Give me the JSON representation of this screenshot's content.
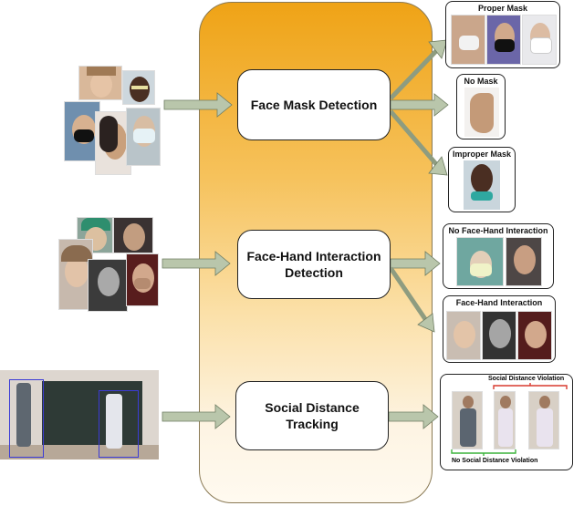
{
  "modules": {
    "face_mask": "Face Mask Detection",
    "face_hand_line1": "Face-Hand Interaction",
    "face_hand_line2": "Detection",
    "social_line1": "Social Distance",
    "social_line2": "Tracking"
  },
  "outputs": {
    "proper_mask": "Proper Mask",
    "no_mask": "No Mask",
    "improper_mask": "Improper Mask",
    "no_face_hand": "No Face-Hand Interaction",
    "face_hand": "Face-Hand Interaction",
    "sd_violation": "Social Distance Violation",
    "no_sd_violation": "No Social Distance Violation"
  },
  "colors": {
    "panel_top": "#efa316",
    "arrow": "#a6b497",
    "bbox_blue": "#3b3bd6",
    "bracket_red": "#d83a2f",
    "bracket_green": "#3cb43c"
  }
}
